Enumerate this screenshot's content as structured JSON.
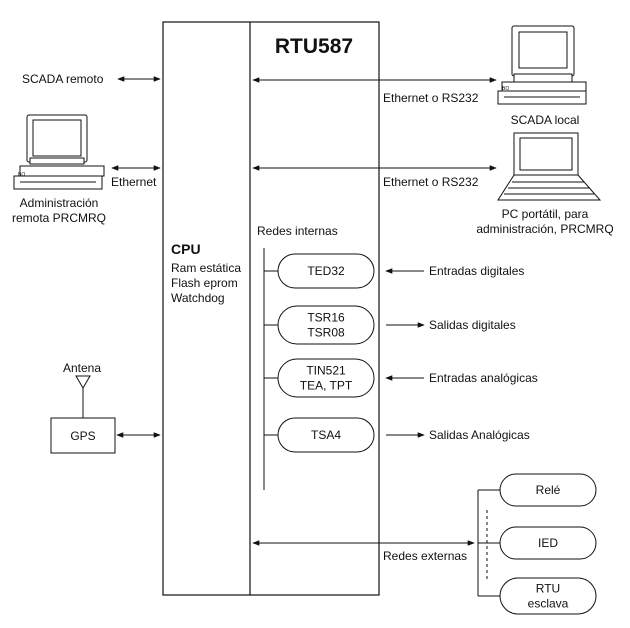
{
  "title": "RTU587",
  "cpu": {
    "heading": "CPU",
    "lines": [
      "Ram estática",
      "Flash eprom",
      "Watchdog"
    ]
  },
  "internal_networks_label": "Redes internas",
  "external_networks_label": "Redes externas",
  "left_links": {
    "scada_remote": "SCADA remoto",
    "ethernet": "Ethernet",
    "remote_admin": [
      "Administración",
      "remota PRCMRQ"
    ],
    "antenna": "Antena",
    "gps": "GPS"
  },
  "right_links": {
    "ethernet_rs232_1": "Ethernet o RS232",
    "scada_local": "SCADA local",
    "ethernet_rs232_2": "Ethernet o RS232",
    "laptop": [
      "PC portátil, para",
      "administración, PRCMRQ"
    ]
  },
  "modules": [
    {
      "lines": [
        "TED32"
      ],
      "io": "Entradas digitales",
      "direction": "in"
    },
    {
      "lines": [
        "TSR16",
        "TSR08"
      ],
      "io": "Salidas digitales",
      "direction": "out"
    },
    {
      "lines": [
        "TIN521",
        "TEA, TPT"
      ],
      "io": "Entradas analógicas",
      "direction": "in"
    },
    {
      "lines": [
        "TSA4"
      ],
      "io": "Salidas Analógicas",
      "direction": "out"
    }
  ],
  "external_devices": [
    {
      "lines": [
        "Relé"
      ]
    },
    {
      "lines": [
        "IED"
      ]
    },
    {
      "lines": [
        "RTU",
        "esclava"
      ]
    }
  ],
  "colors": {
    "stroke": "#111111",
    "fill": "#ffffff"
  }
}
